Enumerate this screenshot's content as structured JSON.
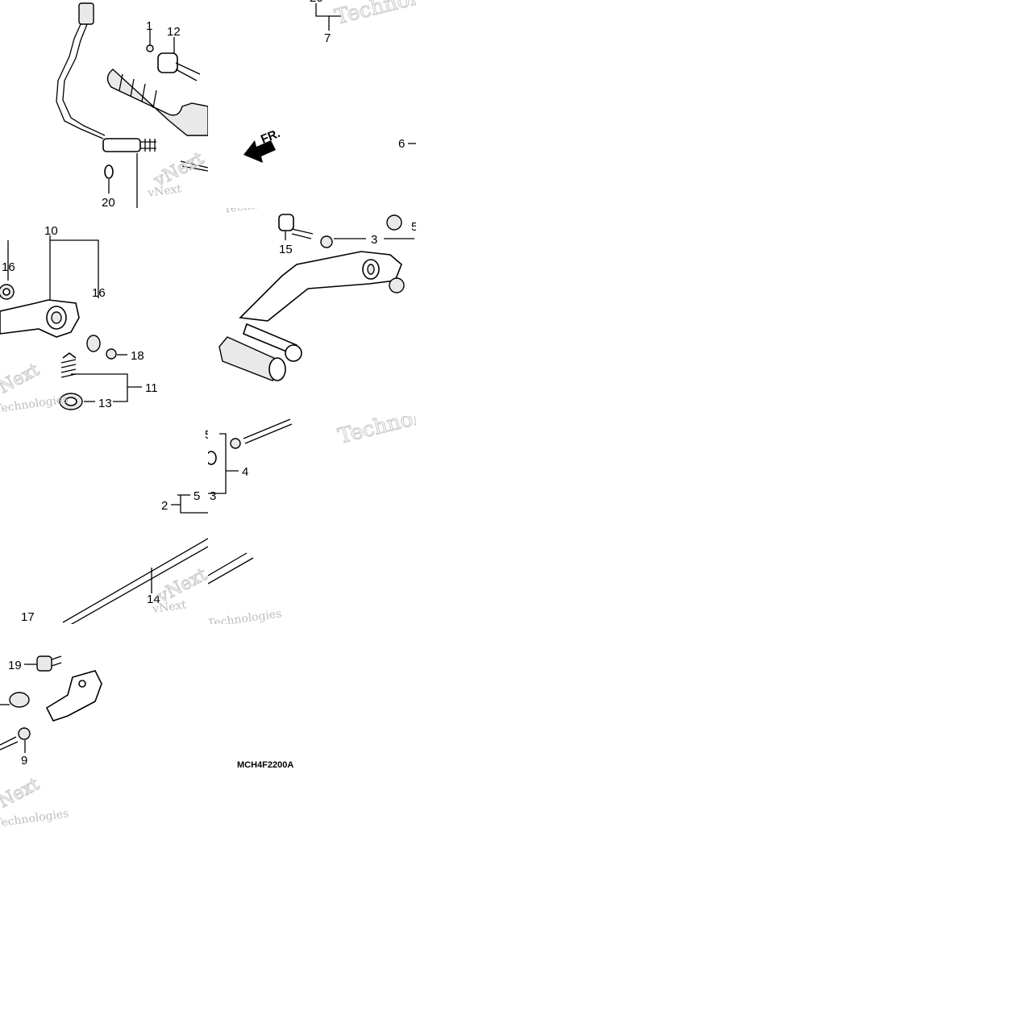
{
  "diagram": {
    "code": "MCH4F2200A",
    "direction_arrow": "FR.",
    "watermark": [
      "vNext",
      "Technologies"
    ],
    "callouts": {
      "c1": "1",
      "c12": "12",
      "c20": "20",
      "c7": "7",
      "c6": "6",
      "c10": "10",
      "c16a": "16",
      "c16b": "16",
      "c18": "18",
      "c11": "11",
      "c13": "13",
      "c15": "15",
      "c3": "3",
      "c5a": "5",
      "c5b": "5",
      "c4": "4",
      "c2": "2",
      "c5c": "5",
      "c3b": "3",
      "c14": "14",
      "c17": "17",
      "c19": "19",
      "c9": "9"
    }
  }
}
